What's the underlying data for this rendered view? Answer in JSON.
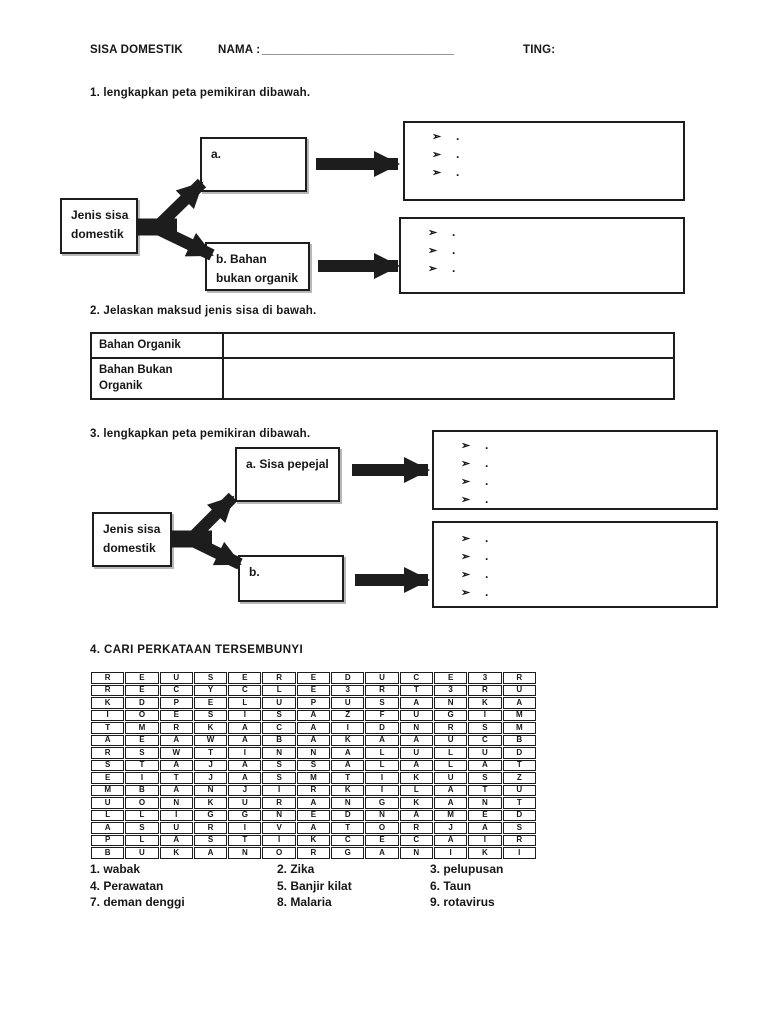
{
  "header": {
    "title": "SISA DOMESTIK",
    "name_label": "NAMA :",
    "name_line": "______________________________",
    "ting_label": "TING:"
  },
  "glyphs": {
    "bullet": "➢"
  },
  "q1": {
    "prompt": "1. lengkapkan peta pemikiran dibawah.",
    "root_label": "Jenis sisa domestik",
    "branch_a_label": "a.",
    "branch_b_label": "b. Bahan bukan organik",
    "list_a": [
      ".",
      ".",
      "."
    ],
    "list_b": [
      ".",
      ".",
      "."
    ]
  },
  "q2": {
    "prompt": "2. Jelaskan maksud jenis sisa di bawah.",
    "rows": [
      {
        "label": "Bahan Organik",
        "value": ""
      },
      {
        "label": "Bahan Bukan Organik",
        "value": ""
      }
    ]
  },
  "q3": {
    "prompt": "3. lengkapkan peta pemikiran dibawah.",
    "root_label": "Jenis sisa domestik",
    "branch_a_label": "a. Sisa pepejal",
    "branch_b_label": "b.",
    "list_a": [
      ".",
      ".",
      ".",
      "."
    ],
    "list_b": [
      ".",
      ".",
      ".",
      "."
    ]
  },
  "q4": {
    "prompt": "4. CARI PERKATAAN TERSEMBUNYI",
    "grid": [
      [
        "R",
        "E",
        "U",
        "S",
        "E",
        "R",
        "E",
        "D",
        "U",
        "C",
        "E",
        "3",
        "R"
      ],
      [
        "R",
        "E",
        "C",
        "Y",
        "C",
        "L",
        "E",
        "3",
        "R",
        "T",
        "3",
        "R",
        "U"
      ],
      [
        "K",
        "D",
        "P",
        "E",
        "L",
        "U",
        "P",
        "U",
        "S",
        "A",
        "N",
        "K",
        "A"
      ],
      [
        "I",
        "O",
        "E",
        "S",
        "I",
        "S",
        "A",
        "Z",
        "F",
        "U",
        "G",
        "I",
        "M"
      ],
      [
        "T",
        "M",
        "R",
        "K",
        "A",
        "C",
        "A",
        "I",
        "D",
        "N",
        "R",
        "S",
        "M"
      ],
      [
        "A",
        "E",
        "A",
        "W",
        "A",
        "B",
        "A",
        "K",
        "A",
        "A",
        "U",
        "C",
        "B"
      ],
      [
        "R",
        "S",
        "W",
        "T",
        "I",
        "N",
        "N",
        "A",
        "L",
        "U",
        "L",
        "U",
        "D"
      ],
      [
        "S",
        "T",
        "A",
        "J",
        "A",
        "S",
        "S",
        "A",
        "L",
        "A",
        "L",
        "A",
        "T"
      ],
      [
        "E",
        "I",
        "T",
        "J",
        "A",
        "S",
        "M",
        "T",
        "I",
        "K",
        "U",
        "S",
        "Z"
      ],
      [
        "M",
        "B",
        "A",
        "N",
        "J",
        "I",
        "R",
        "K",
        "I",
        "L",
        "A",
        "T",
        "U"
      ],
      [
        "U",
        "O",
        "N",
        "K",
        "U",
        "R",
        "A",
        "N",
        "G",
        "K",
        "A",
        "N",
        "T"
      ],
      [
        "L",
        "L",
        "I",
        "G",
        "G",
        "N",
        "E",
        "D",
        "N",
        "A",
        "M",
        "E",
        "D"
      ],
      [
        "A",
        "S",
        "U",
        "R",
        "I",
        "V",
        "A",
        "T",
        "O",
        "R",
        "J",
        "A",
        "S"
      ],
      [
        "P",
        "L",
        "A",
        "S",
        "T",
        "I",
        "K",
        "C",
        "E",
        "C",
        "A",
        "I",
        "R"
      ],
      [
        "B",
        "U",
        "K",
        "A",
        "N",
        "O",
        "R",
        "G",
        "A",
        "N",
        "I",
        "K",
        "I"
      ]
    ],
    "answers": [
      [
        "1. wabak",
        "2. Zika",
        "3. pelupusan"
      ],
      [
        "4. Perawatan",
        "5. Banjir kilat",
        "6. Taun"
      ],
      [
        "7. deman denggi",
        "8. Malaria",
        "9. rotavirus"
      ]
    ]
  }
}
